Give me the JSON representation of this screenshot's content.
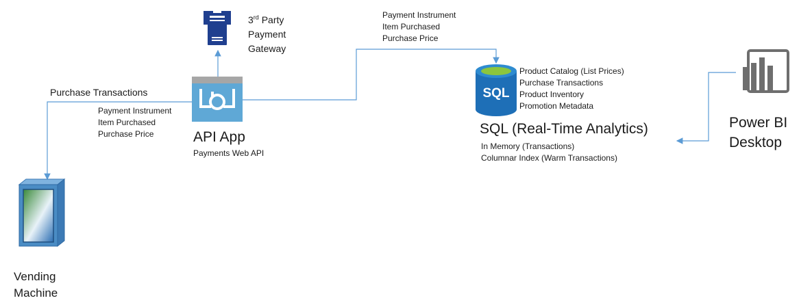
{
  "gateway": {
    "label_lines": [
      "3rd Party",
      "Payment",
      "Gateway"
    ],
    "sup_text": "rd",
    "icon": "server-icon",
    "color": "#1f3f8f"
  },
  "top_flow": {
    "lines": [
      "Payment Instrument",
      "Item Purchased",
      "Purchase Price"
    ]
  },
  "left_flow": {
    "title": "Purchase Transactions",
    "lines": [
      "Payment Instrument",
      "Item Purchased",
      "Purchase Price"
    ]
  },
  "api_app": {
    "title": "API App",
    "subtitle": "Payments Web API",
    "icon": "api-app-icon",
    "color": "#5fa8d6"
  },
  "sql": {
    "icon_text": "SQL",
    "title": "SQL (Real-Time Analytics)",
    "contents": [
      "Product Catalog (List Prices)",
      "Purchase Transactions",
      "Product Inventory",
      "Promotion Metadata"
    ],
    "notes": [
      "In Memory (Transactions)",
      "Columnar Index (Warm Transactions)"
    ],
    "icon": "sql-database-icon",
    "color": "#1e6fb7"
  },
  "power_bi": {
    "label_lines": [
      "Power BI",
      "Desktop"
    ],
    "icon": "power-bi-icon",
    "color": "#6e6e6e"
  },
  "vending": {
    "label_lines": [
      "Vending",
      "Machine"
    ],
    "icon": "vending-machine-icon",
    "color": "#4a8cc4"
  },
  "connector_color": "#5b9bd5"
}
